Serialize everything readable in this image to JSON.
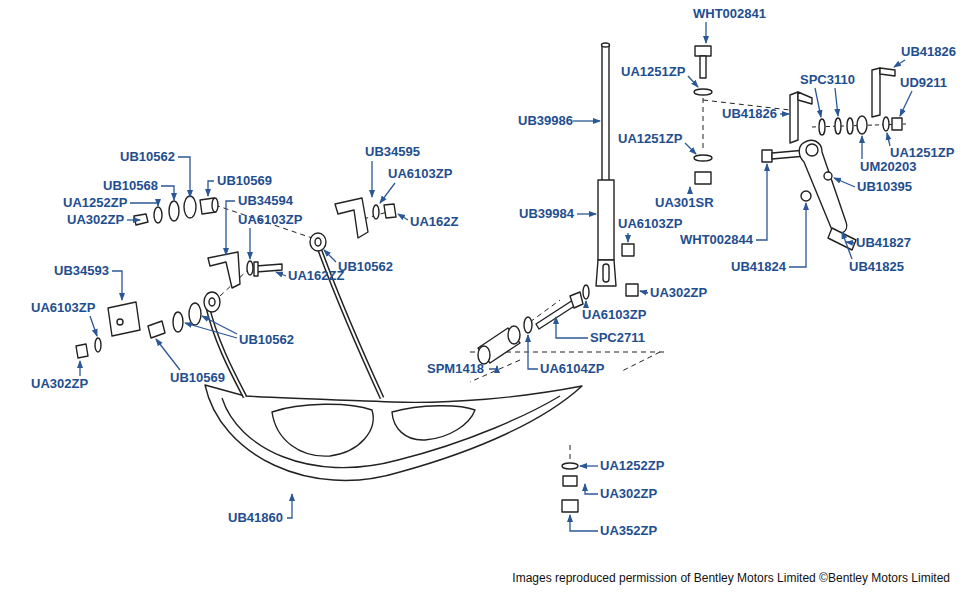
{
  "diagram": {
    "labels": [
      "UB10562",
      "UB10569",
      "UB10568",
      "UA1252ZP",
      "UA302ZP",
      "UB34594",
      "UA6103ZP",
      "UB34595",
      "UA6103ZP",
      "UA162Z",
      "UB10562",
      "UA162ZZ",
      "UB34593",
      "UA6103ZP",
      "UB10562",
      "UB10569",
      "UA302ZP",
      "UB41860",
      "WHT002841",
      "UB41826",
      "UA1251ZP",
      "SPC3110",
      "UD9211",
      "UB41826",
      "UB39986",
      "UA1251ZP",
      "UA1251ZP",
      "UM20203",
      "UB10395",
      "UA301SR",
      "UB39984",
      "UA6103ZP",
      "UB41827",
      "WHT002844",
      "UB41824",
      "UB41825",
      "UA302ZP",
      "UA6103ZP",
      "SPC2711",
      "SPM1418",
      "UA6104ZP",
      "UA1252ZP",
      "UA302ZP",
      "UA352ZP",
      "Images reproduced permission of Bentley Motors Limited ©Bentley Motors Limited"
    ]
  }
}
